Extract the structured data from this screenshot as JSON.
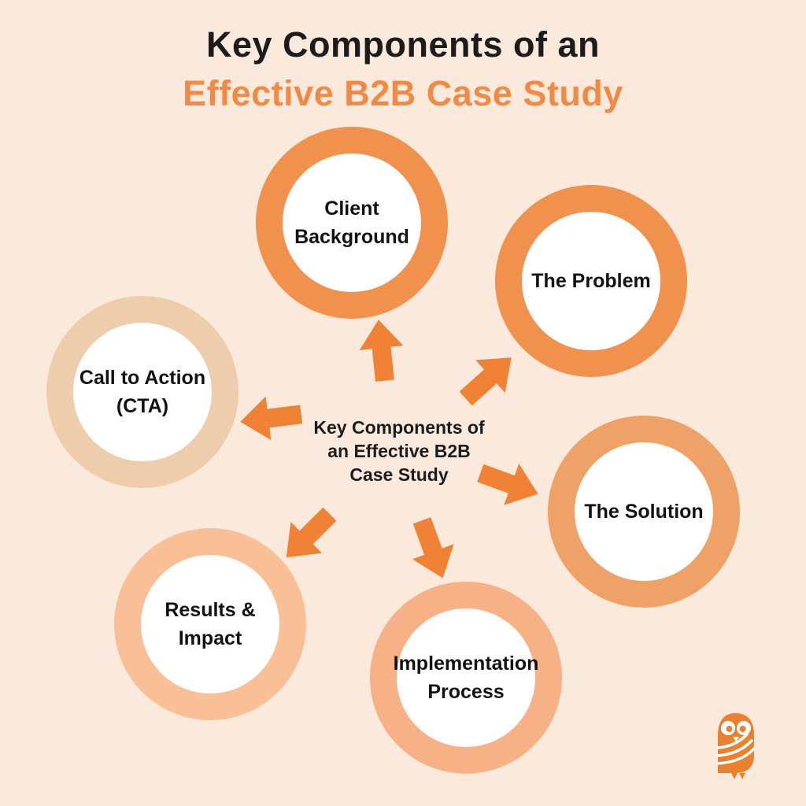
{
  "background_color": "#FBE9DC",
  "title": {
    "line1": "Key Components of an",
    "line2": "Effective B2B Case Study",
    "line1_color": "#1C1C1C",
    "line2_color": "#F28A47"
  },
  "center_label": {
    "text": "Key Components of\nan Effective B2B\nCase Study",
    "color": "#1C1C1C"
  },
  "nodes": [
    {
      "id": "client-background",
      "label": "Client\nBackground",
      "ring_color": "#F0914E"
    },
    {
      "id": "the-problem",
      "label": "The Problem",
      "ring_color": "#F0914E"
    },
    {
      "id": "the-solution",
      "label": "The Solution",
      "ring_color": "#EFA267"
    },
    {
      "id": "implementation-process",
      "label": "Implementation\nProcess",
      "ring_color": "#F6B286"
    },
    {
      "id": "results-impact",
      "label": "Results &\nImpact",
      "ring_color": "#F9BF96"
    },
    {
      "id": "call-to-action",
      "label": "Call to Action\n(CTA)",
      "ring_color": "#EDCDAC"
    }
  ],
  "arrows": {
    "color": "#EF8234"
  },
  "logo": {
    "name": "owl-logo",
    "color": "#E8822F"
  }
}
